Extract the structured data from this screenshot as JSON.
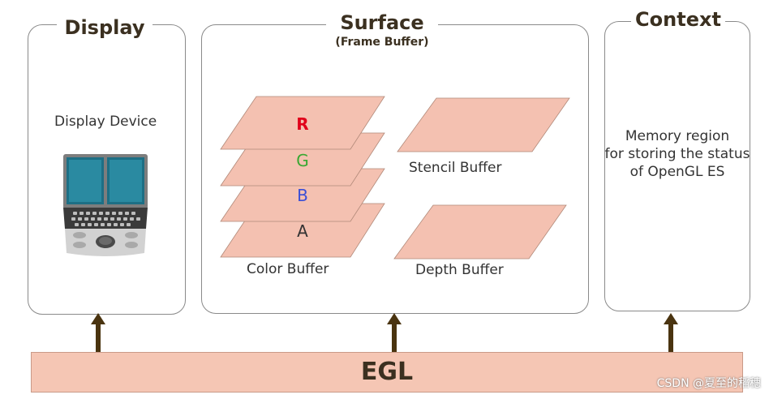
{
  "display": {
    "title": "Display",
    "device_label": "Display Device",
    "device_icon": "handheld-device-icon"
  },
  "surface": {
    "title": "Surface",
    "subtitle": "(Frame Buffer)",
    "color_layers": [
      {
        "letter": "R",
        "color": "#e0001a"
      },
      {
        "letter": "G",
        "color": "#3aa832"
      },
      {
        "letter": "B",
        "color": "#3b4fd6"
      },
      {
        "letter": "A",
        "color": "#333333"
      }
    ],
    "color_buffer_label": "Color Buffer",
    "stencil_buffer_label": "Stencil Buffer",
    "depth_buffer_label": "Depth Buffer"
  },
  "context": {
    "title": "Context",
    "description_lines": [
      "Memory region",
      "for storing the status",
      "of OpenGL ES"
    ]
  },
  "egl": {
    "label": "EGL"
  },
  "watermark": "CSDN @夏至的稻穗",
  "colors": {
    "layer_fill": "#f4c1b1",
    "egl_fill": "#f5c6b4",
    "arrow": "#4a3410",
    "title": "#3b3020"
  }
}
